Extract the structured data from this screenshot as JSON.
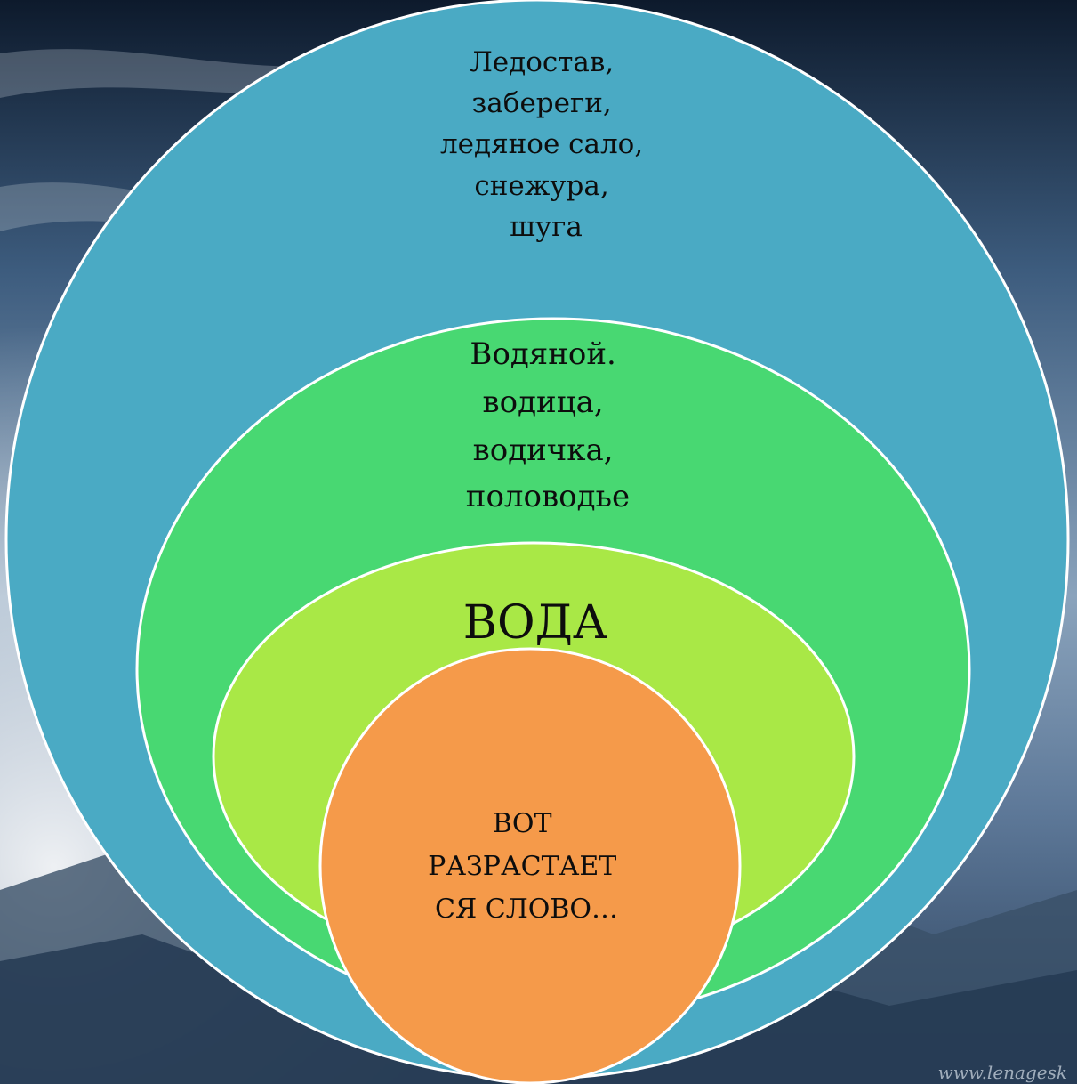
{
  "diagram": {
    "outer_circle": {
      "lines": [
        "Ледостав,",
        "забереги,",
        "ледяное сало,",
        "снежура,",
        "шуга"
      ],
      "fill": "#4aaac4"
    },
    "second_circle": {
      "lines": [
        "Водяной.",
        "водица,",
        "водичка,",
        "половодье"
      ],
      "fill": "#48d872"
    },
    "third_circle": {
      "lines": [
        "ВОДА"
      ],
      "fill": "#a9e846"
    },
    "inner_circle": {
      "lines": [
        "ВОТ",
        "РАЗРАСТАЕТ",
        "СЯ СЛОВО…"
      ],
      "fill": "#f59a4a"
    },
    "stroke": "#ffffff"
  },
  "background": {
    "watermark": "www.lenagesk"
  }
}
